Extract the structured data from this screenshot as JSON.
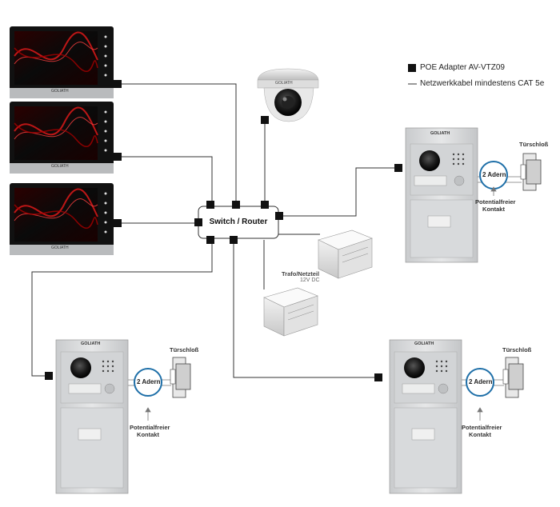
{
  "legend": {
    "poe_adapter": "POE Adapter AV-VTZ09",
    "cable": "Netzwerkkabel mindestens CAT 5e"
  },
  "switch": {
    "label": "Switch / Router"
  },
  "camera": {
    "brand": "GOLIATH"
  },
  "monitors": [
    {
      "brand": "GOLIATH"
    },
    {
      "brand": "GOLIATH"
    },
    {
      "brand": "GOLIATH"
    }
  ],
  "transformer": {
    "label": "Trafo/Netzteil",
    "voltage": "12V DC"
  },
  "door_stations": [
    {
      "brand": "GOLIATH",
      "wires": "2 Adern",
      "lock": "Türschloß",
      "contact_line1": "Potentialfreier",
      "contact_line2": "Kontakt"
    },
    {
      "brand": "GOLIATH",
      "wires": "2 Adern",
      "lock": "Türschloß",
      "contact_line1": "Potentialfreier",
      "contact_line2": "Kontakt"
    },
    {
      "brand": "GOLIATH",
      "wires": "2 Adern",
      "lock": "Türschloß",
      "contact_line1": "Potentialfreier",
      "contact_line2": "Kontakt"
    }
  ],
  "colors": {
    "accent": "#1e6fa8",
    "line": "#333333",
    "adapter": "#111111"
  }
}
